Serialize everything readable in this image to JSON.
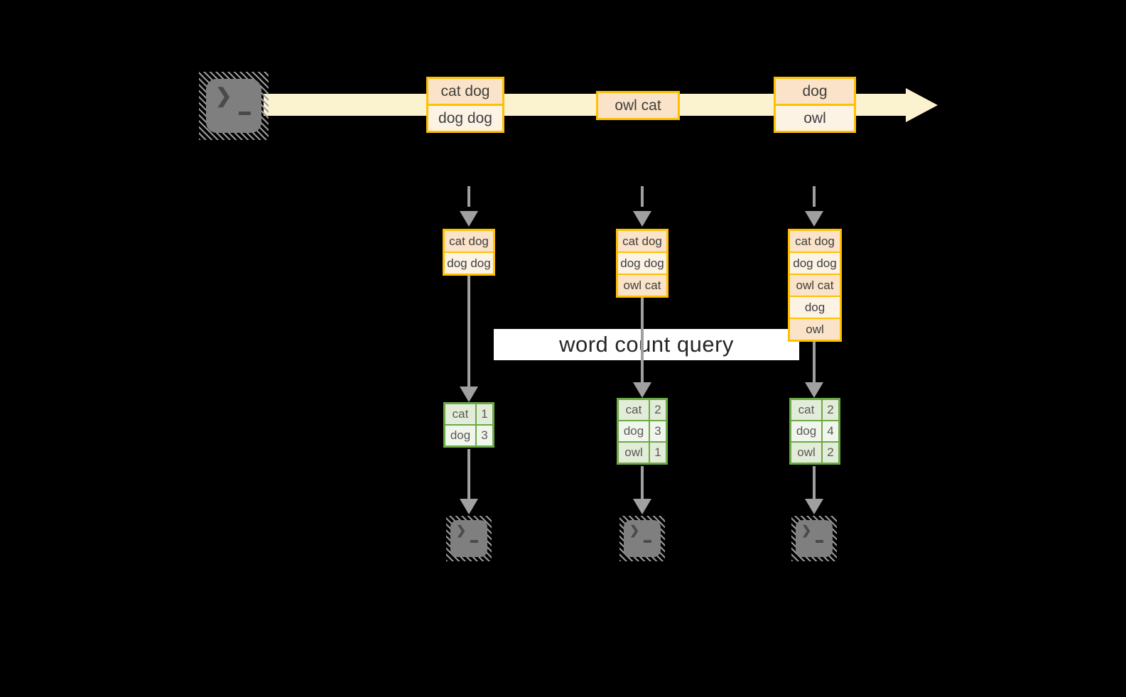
{
  "colors": {
    "canvas-bg": "#000000",
    "stream-band": "#FBF2CF",
    "event-border": "#FFC000",
    "event-fill-a": "#FAE3C8",
    "event-fill-b": "#FDF3E5",
    "event-text": "#3F3F3F",
    "table-border": "#6BAA46",
    "table-fill-a": "#E2ECD8",
    "table-fill-b": "#F1F6EC",
    "table-text": "#595959",
    "arrow-gray": "#A0A0A0",
    "terminal-gray": "#7F7F7F",
    "terminal-glyph": "#4A4A4A",
    "banner-bg": "#FFFFFF",
    "banner-text": "#262626"
  },
  "icons": {
    "terminal_prompt": "❯"
  },
  "query_label": "word count query",
  "stream": {
    "events": [
      {
        "lines": [
          "cat dog",
          "dog dog"
        ]
      },
      {
        "lines": [
          "owl cat"
        ]
      },
      {
        "lines": [
          "dog",
          "owl"
        ]
      }
    ]
  },
  "columns": [
    {
      "records": [
        "cat dog",
        "dog dog"
      ],
      "counts": [
        {
          "word": "cat",
          "count": "1"
        },
        {
          "word": "dog",
          "count": "3"
        }
      ]
    },
    {
      "records": [
        "cat dog",
        "dog dog",
        "owl cat"
      ],
      "counts": [
        {
          "word": "cat",
          "count": "2"
        },
        {
          "word": "dog",
          "count": "3"
        },
        {
          "word": "owl",
          "count": "1"
        }
      ]
    },
    {
      "records": [
        "cat dog",
        "dog dog",
        "owl cat",
        "dog",
        "owl"
      ],
      "counts": [
        {
          "word": "cat",
          "count": "2"
        },
        {
          "word": "dog",
          "count": "4"
        },
        {
          "word": "owl",
          "count": "2"
        }
      ]
    }
  ]
}
